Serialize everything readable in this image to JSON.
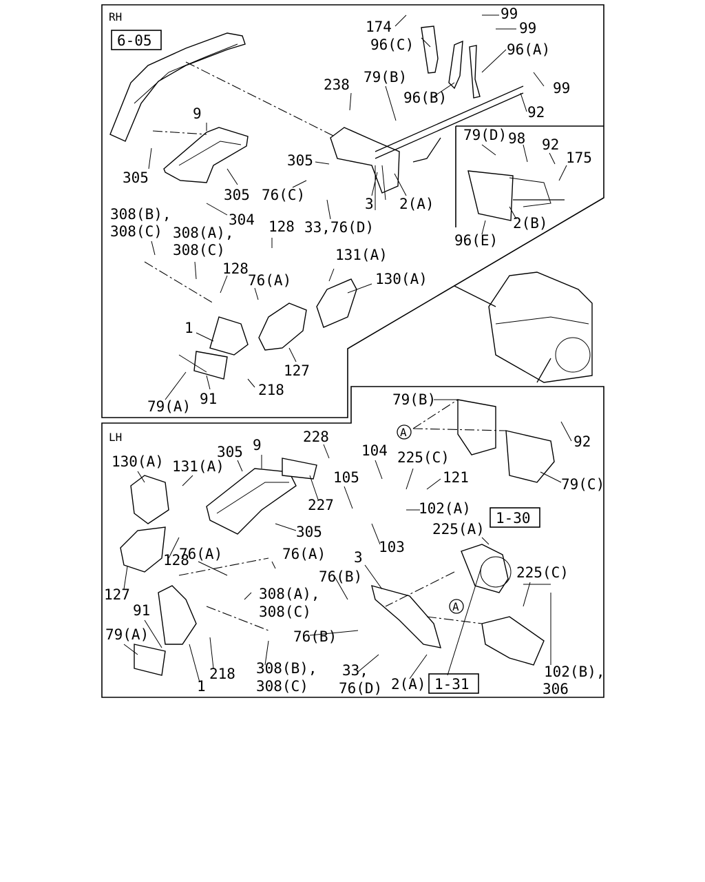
{
  "sections": {
    "rh": {
      "tag": "RH",
      "ref_box": "6-05"
    },
    "lh": {
      "tag": "LH"
    }
  },
  "ref_boxes": {
    "lh_top": "1-30",
    "lh_bottom": "1-31"
  },
  "circle_ref": "A",
  "rh_labels": [
    "174",
    "99",
    "99",
    "96(C)",
    "96(A)",
    "99",
    "238",
    "79(B)",
    "96(B)",
    "92",
    "9",
    "79(D)",
    "98",
    "92",
    "175",
    "305",
    "305",
    "305",
    "76(C)",
    "3",
    "2(A)",
    "304",
    "33,76(D)",
    "2(B)",
    "96(E)",
    "308(B),",
    "308(C)",
    "308(A),",
    "308(C)",
    "128",
    "131(A)",
    "130(A)",
    "128",
    "76(A)",
    "1",
    "127",
    "218",
    "79(A)",
    "91"
  ],
  "lh_labels": [
    "79(B)",
    "92",
    "79(C)",
    "130(A)",
    "131(A)",
    "305",
    "9",
    "228",
    "104",
    "225(C)",
    "121",
    "105",
    "227",
    "102(A)",
    "305",
    "103",
    "225(A)",
    "128",
    "76(A)",
    "76(A)",
    "127",
    "308(A),",
    "308(C)",
    "91",
    "76(B)",
    "3",
    "225(C)",
    "79(A)",
    "76(B)",
    "218",
    "308(B),",
    "308(C)",
    "33,",
    "76(D)",
    "2(A)",
    "102(B),",
    "306",
    "1"
  ]
}
